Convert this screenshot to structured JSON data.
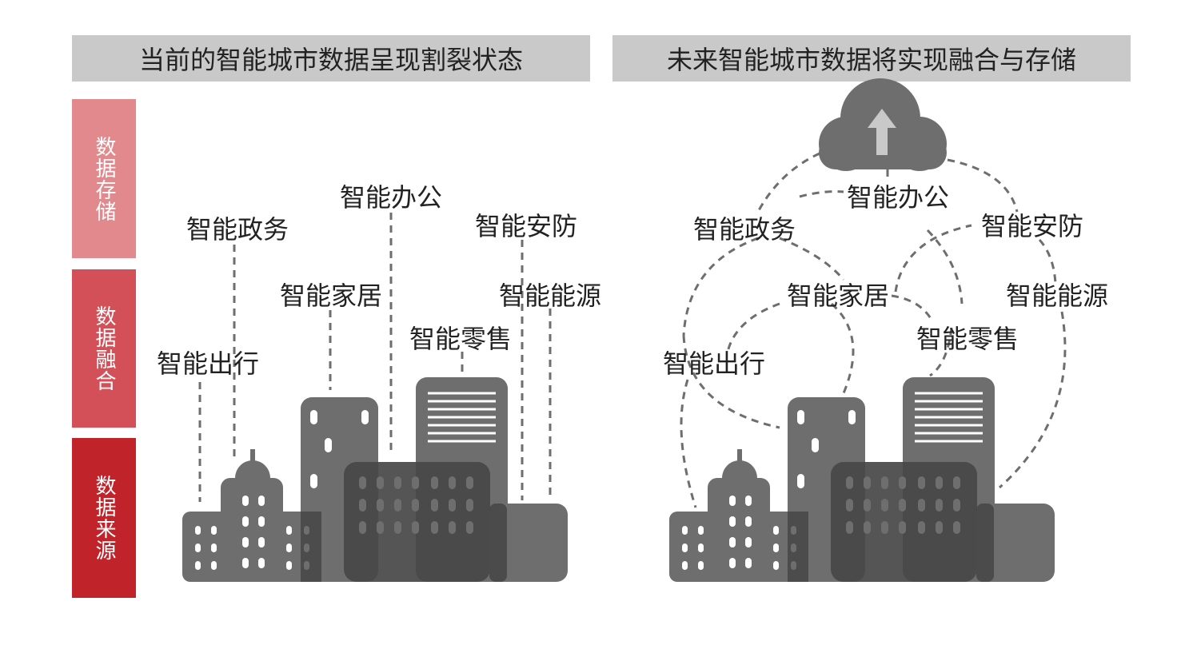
{
  "headers": {
    "left": "当前的智能城市数据呈现割裂状态",
    "right": "未来智能城市数据将实现融合与存储"
  },
  "layers": [
    {
      "label": "数据存储",
      "color": "#e2898e"
    },
    {
      "label": "数据融合",
      "color": "#d35058"
    },
    {
      "label": "数据来源",
      "color": "#c0232a"
    }
  ],
  "left_labels": {
    "gov": "智能政务",
    "office": "智能办公",
    "security": "智能安防",
    "home": "智能家居",
    "energy": "智能能源",
    "retail": "智能零售",
    "transport": "智能出行"
  },
  "right_labels": {
    "gov": "智能政务",
    "office": "智能办公",
    "security": "智能安防",
    "home": "智能家居",
    "energy": "智能能源",
    "retail": "智能零售",
    "transport": "智能出行"
  },
  "icons": {
    "cloud": "cloud-upload-icon",
    "city": "city-buildings-icon"
  },
  "colors": {
    "building": "#6e6e6e",
    "building_dark": "#474747",
    "dash": "#6e6e6e"
  }
}
